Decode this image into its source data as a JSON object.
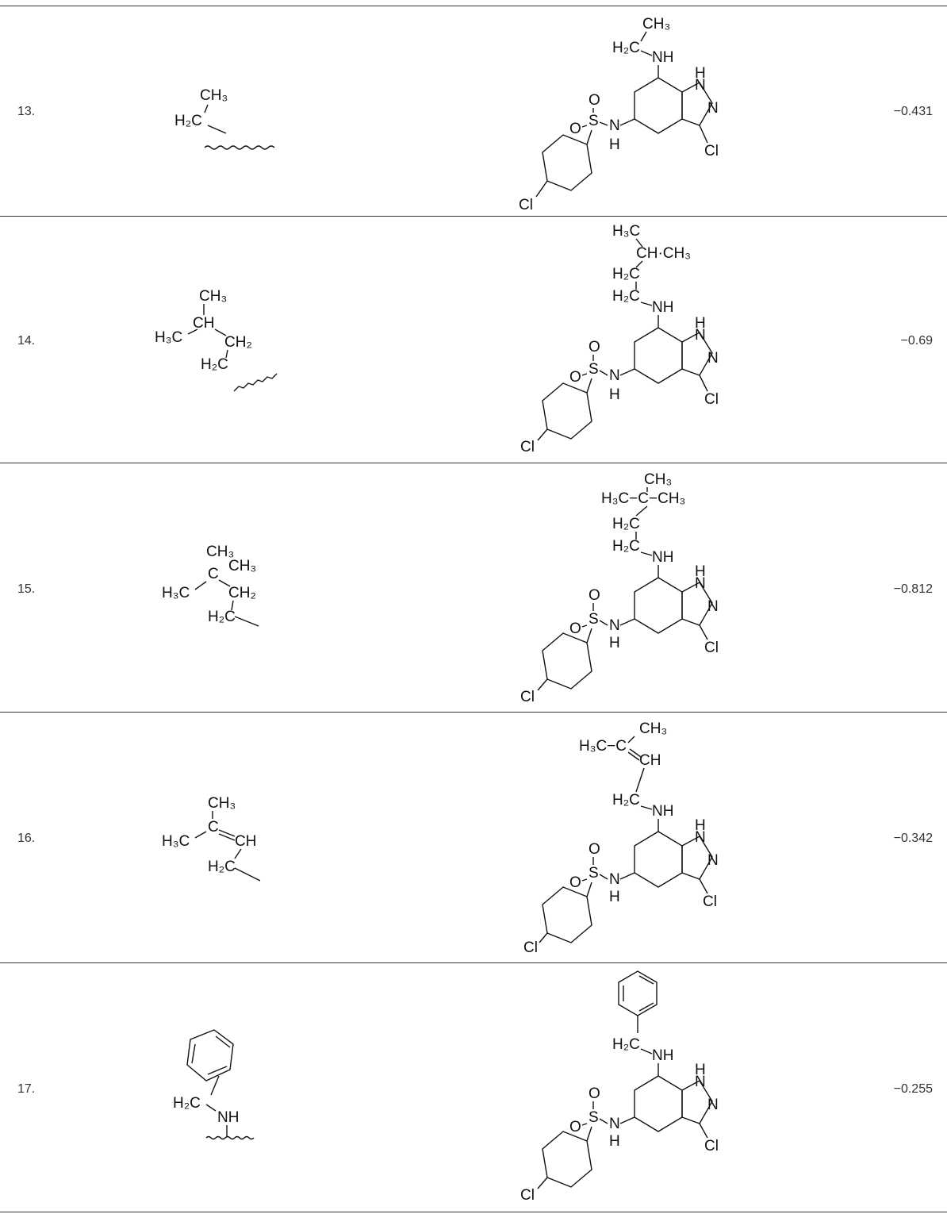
{
  "rows": [
    {
      "index": "13.",
      "value": "−0.431",
      "substituent": [
        {
          "text": "CH₃"
        },
        {
          "text": "H₂C"
        }
      ],
      "product": [
        {
          "text": "CH₃"
        },
        {
          "text": "H₂C"
        },
        {
          "text": "NH"
        }
      ]
    },
    {
      "index": "14.",
      "value": "−0.69",
      "substituent": [
        {
          "text": "CH₃"
        },
        {
          "text": "H₃C"
        },
        {
          "text": "CH"
        },
        {
          "text": "CH₂"
        },
        {
          "text": "H₂C"
        }
      ],
      "product": [
        {
          "text": "H₃C"
        },
        {
          "text": "CH·CH₃"
        },
        {
          "text": "H₂C"
        },
        {
          "text": "H₂C"
        },
        {
          "text": "NH"
        }
      ]
    },
    {
      "index": "15.",
      "value": "−0.812",
      "substituent": [
        {
          "text": "CH₃"
        },
        {
          "text": "CH₃"
        },
        {
          "text": "H₃C"
        },
        {
          "text": "C"
        },
        {
          "text": "CH₂"
        },
        {
          "text": "H₂C"
        }
      ],
      "product": [
        {
          "text": "CH₃"
        },
        {
          "text": "H₃C−C−CH₃"
        },
        {
          "text": "H₂C"
        },
        {
          "text": "H₂C"
        },
        {
          "text": "NH"
        }
      ]
    },
    {
      "index": "16.",
      "value": "−0.342",
      "substituent": [
        {
          "text": "CH₃"
        },
        {
          "text": "H₃C"
        },
        {
          "text": "C"
        },
        {
          "text": "CH"
        },
        {
          "text": "H₂C"
        }
      ],
      "product": [
        {
          "text": "CH₃"
        },
        {
          "text": "H₃C−C"
        },
        {
          "text": "CH"
        },
        {
          "text": "H₂C"
        },
        {
          "text": "NH"
        }
      ]
    },
    {
      "index": "17.",
      "value": "−0.255",
      "substituent": [
        {
          "text": "H₂C"
        },
        {
          "text": "NH"
        }
      ],
      "product": [
        {
          "text": "H₂C"
        },
        {
          "text": "NH"
        }
      ]
    }
  ],
  "core_labels": {
    "h": "H",
    "n1": "N",
    "n2": "N",
    "cl_ring": "Cl",
    "o_top": "O",
    "o_left": "O",
    "s": "S",
    "nh_sulfonamide": "N",
    "h_sulfonamide": "H",
    "cl_phenyl": "Cl"
  }
}
